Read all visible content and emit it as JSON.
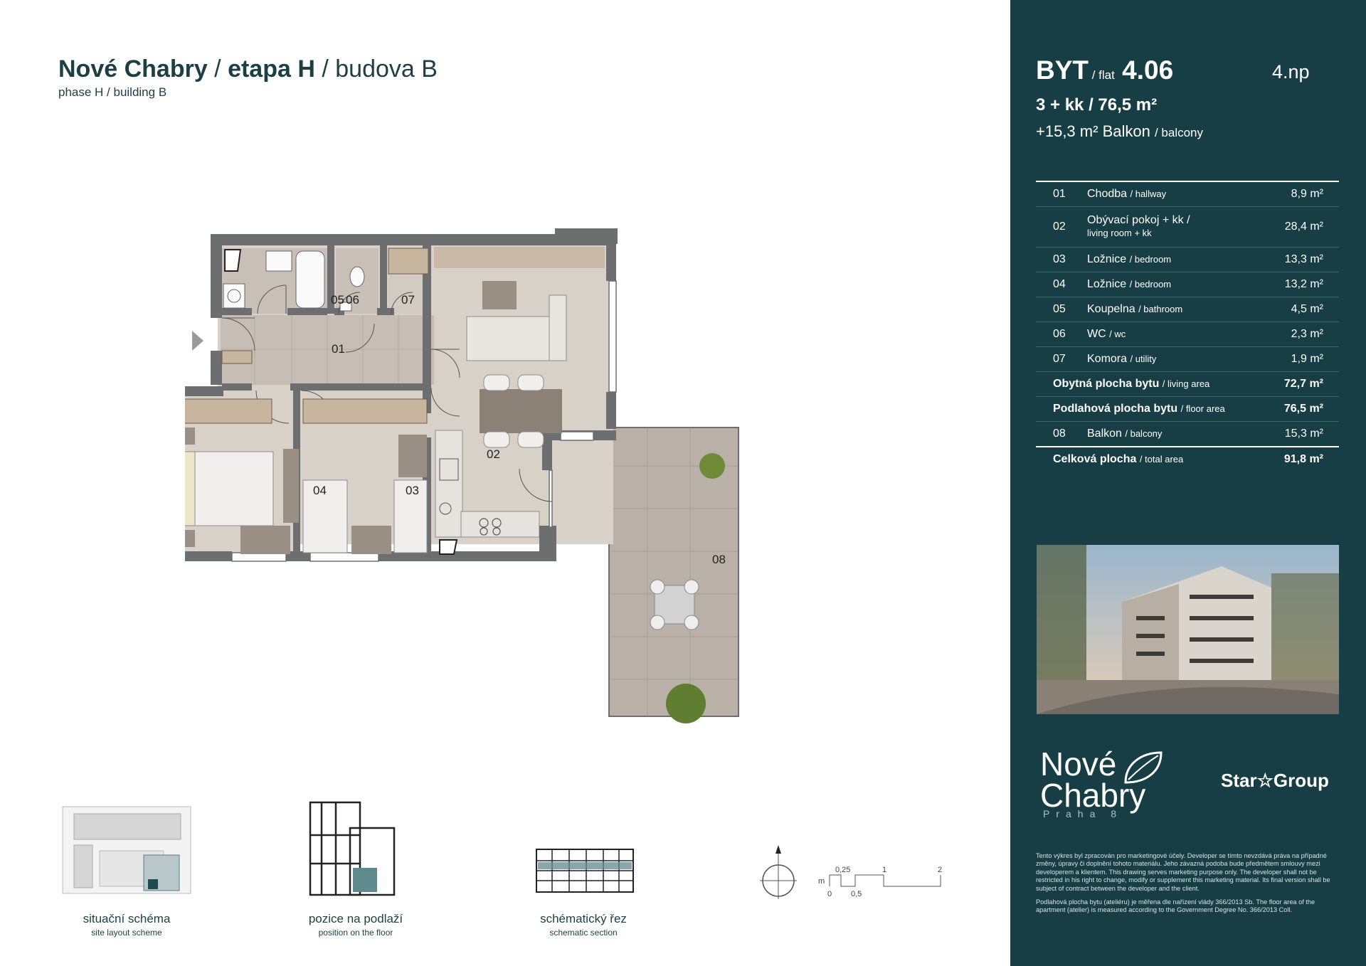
{
  "header": {
    "project": "Nové Chabry",
    "sep1": " / ",
    "phase": "etapa H",
    "sep2": " / ",
    "building": "budova B",
    "subtitle": "phase H / building B"
  },
  "flat": {
    "label": "BYT",
    "slash": " / ",
    "label_en": "flat",
    "number": "4.06",
    "floor": "4.np",
    "type": "3 + kk / 76,5 m²",
    "balcony_area": "+15,3 m²",
    "balcony_label": "Balkon",
    "balcony_en": "/ balcony"
  },
  "rooms": [
    {
      "num": "01",
      "name": "Chodba",
      "en": "/ hallway",
      "area": "8,9  m²"
    },
    {
      "num": "02",
      "name": "Obývací pokoj + kk /",
      "en": "living room + kk",
      "area": "28,4  m²"
    },
    {
      "num": "03",
      "name": "Ložnice",
      "en": "/ bedroom",
      "area": "13,3  m²"
    },
    {
      "num": "04",
      "name": "Ložnice",
      "en": "/ bedroom",
      "area": "13,2  m²"
    },
    {
      "num": "05",
      "name": "Koupelna",
      "en": "/ bathroom",
      "area": "4,5  m²"
    },
    {
      "num": "06",
      "name": "WC",
      "en": "/ wc",
      "area": "2,3  m²"
    },
    {
      "num": "07",
      "name": "Komora",
      "en": "/ utility",
      "area": "1,9  m²"
    }
  ],
  "summary": {
    "living": {
      "name": "Obytná plocha bytu",
      "en": "/ living area",
      "area": "72,7  m²"
    },
    "floor": {
      "name": "Podlahová plocha bytu",
      "en": "/ floor area",
      "area": "76,5  m²"
    },
    "balcony": {
      "num": "08",
      "name": "Balkon",
      "en": "/ balcony",
      "area": "15,3  m²"
    },
    "total": {
      "name": "Celková plocha",
      "en": "/ total area",
      "area": "91,8  m²"
    }
  },
  "logo": {
    "line1": "Nové",
    "line2": "Chabry",
    "city": "Praha 8",
    "partner": "Star☆Group"
  },
  "disclaimer": {
    "p1": "Tento výkres byl zpracován pro marketingové účely. Developer se tímto nevzdává práva na případné změny, úpravy či doplnění tohoto materiálu. Jeho závazná podoba bude předmětem smlouvy mezi developerem a klientem. This drawing serves marketing purpose only. The developer shall not be restricted in his right to change, modify or supplement this marketing material. Its final version shall be subject of contract between the developer and the client.",
    "p2": "Podlahová plocha bytu (ateliéru) je měřena dle nařízení vlády 366/2013 Sb. The floor area of the apartment (atelier) is measured according to the Government Degree No. 366/2013 Coll."
  },
  "plan_labels": {
    "r01": "01",
    "r02": "02",
    "r03": "03",
    "r04": "04",
    "r05": "05",
    "r06": "06",
    "r07": "07",
    "r08": "08"
  },
  "schemes": {
    "site": {
      "cz": "situační schéma",
      "en": "site layout scheme"
    },
    "floor_pos": {
      "cz": "pozice na podlaží",
      "en": "position on the floor"
    },
    "section": {
      "cz": "schématický řez",
      "en": "schematic section"
    }
  },
  "scale": {
    "unit": "m",
    "t0": "0",
    "t025": "0,25",
    "t05": "0,5",
    "t1": "1",
    "t2": "2"
  },
  "colors": {
    "panel": "#173e44",
    "text_dark": "#1c3f45",
    "wall": "#6d6e70",
    "wood": "#d6cfc5",
    "tile": "#c4bcb3"
  }
}
